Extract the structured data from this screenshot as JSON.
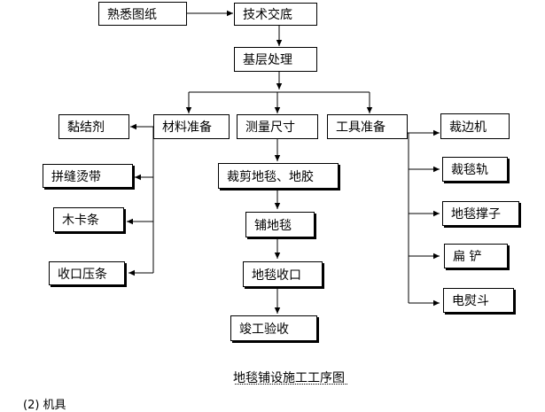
{
  "diagram": {
    "nodes": {
      "familiarize_drawings": "熟悉图纸",
      "technical_briefing": "技术交底",
      "base_treatment": "基层处理",
      "material_prep": "材料准备",
      "measure_size": "测量尺寸",
      "tool_prep": "工具准备",
      "adhesive": "黏结剂",
      "seam_tape": "拼缝烫带",
      "wood_strip": "木卡条",
      "edge_strip": "收口压条",
      "cut_carpet_glue": "裁剪地毯、地胶",
      "lay_carpet": "铺地毯",
      "carpet_edge": "地毯收口",
      "acceptance": "竣工验收",
      "edge_cutter": "裁边机",
      "carpet_cutter": "裁毯轨",
      "carpet_stretcher": "地毯撑子",
      "flat_shovel": "扁 铲",
      "electric_iron": "电熨斗"
    },
    "caption": "地毯铺设施工工序图",
    "trailing_text": "(2) 机具"
  }
}
